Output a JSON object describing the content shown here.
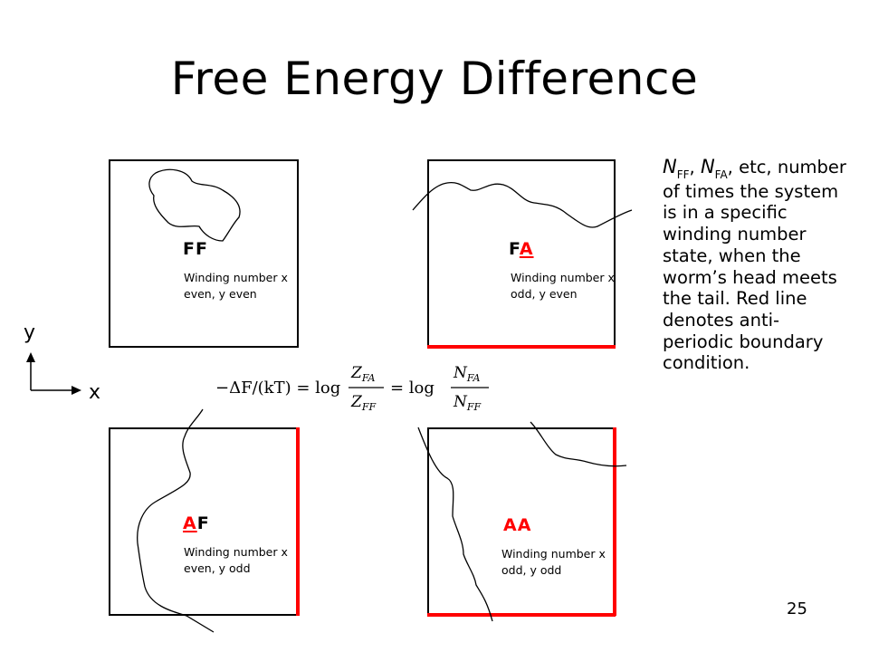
{
  "title": "Free Energy Difference",
  "panels": {
    "ff": {
      "label_black": "FF",
      "desc": "Winding number x even, y even"
    },
    "fa": {
      "label_black": "F",
      "label_red": "A",
      "desc": "Winding number x odd, y even"
    },
    "af": {
      "label_red": "A",
      "label_black": "F",
      "desc": "Winding number x even, y odd"
    },
    "aa": {
      "label_red": "AA",
      "desc": "Winding number x odd, y odd"
    }
  },
  "axes": {
    "y": "y",
    "x": "x"
  },
  "side_text": {
    "sym1": "N",
    "sub1": "FF",
    "sep": ", ",
    "sym2": "N",
    "sub2": "FA",
    "body": ", etc, number of times the system is in a specific winding number state, when the worm’s head meets the tail.  Red line denotes anti-periodic boundary condition."
  },
  "formula": {
    "lhs": "−ΔF/(kT) = log",
    "frac1_num": "Z",
    "frac1_num_sub": "FA",
    "frac1_den": "Z",
    "frac1_den_sub": "FF",
    "mid": "= log",
    "frac2_num": "N",
    "frac2_num_sub": "FA",
    "frac2_den": "N",
    "frac2_den_sub": "FF"
  },
  "page_number": "25",
  "colors": {
    "boundary_red": "#ff0000",
    "line": "#000000"
  }
}
